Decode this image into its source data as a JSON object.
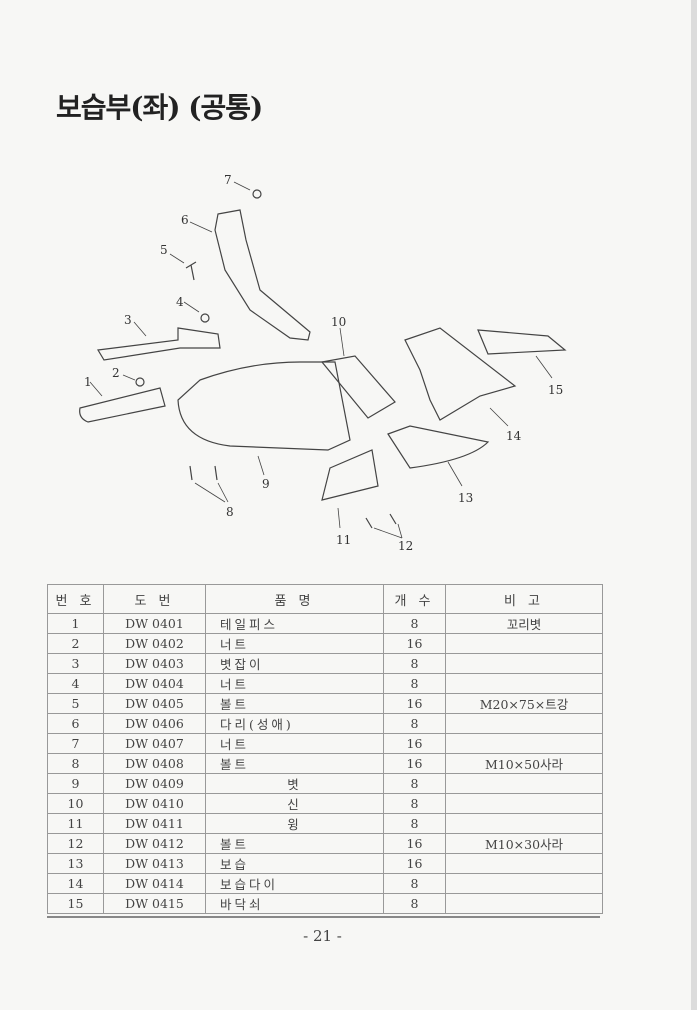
{
  "title": "보습부(좌) (공통)",
  "diagram": {
    "callouts": [
      "1",
      "2",
      "3",
      "4",
      "5",
      "6",
      "7",
      "8",
      "9",
      "10",
      "11",
      "12",
      "13",
      "14",
      "15"
    ]
  },
  "table": {
    "headers": [
      "번 호",
      "도 번",
      "품 명",
      "개 수",
      "비 고"
    ],
    "rows": [
      {
        "no": "1",
        "code": "DW 0401",
        "name": "테일피스",
        "qty": "8",
        "note": "꼬리볏"
      },
      {
        "no": "2",
        "code": "DW 0402",
        "name": "너트",
        "qty": "16",
        "note": ""
      },
      {
        "no": "3",
        "code": "DW 0403",
        "name": "볏잡이",
        "qty": "8",
        "note": ""
      },
      {
        "no": "4",
        "code": "DW 0404",
        "name": "너트",
        "qty": "8",
        "note": ""
      },
      {
        "no": "5",
        "code": "DW 0405",
        "name": "볼트",
        "qty": "16",
        "note": "M20×75×트강"
      },
      {
        "no": "6",
        "code": "DW 0406",
        "name": "다리(성애)",
        "qty": "8",
        "note": ""
      },
      {
        "no": "7",
        "code": "DW 0407",
        "name": "너트",
        "qty": "16",
        "note": ""
      },
      {
        "no": "8",
        "code": "DW 0408",
        "name": "볼트",
        "qty": "16",
        "note": "M10×50사라"
      },
      {
        "no": "9",
        "code": "DW 0409",
        "name": "볏",
        "qty": "8",
        "note": ""
      },
      {
        "no": "10",
        "code": "DW 0410",
        "name": "신",
        "qty": "8",
        "note": ""
      },
      {
        "no": "11",
        "code": "DW 0411",
        "name": "윙",
        "qty": "8",
        "note": ""
      },
      {
        "no": "12",
        "code": "DW 0412",
        "name": "볼트",
        "qty": "16",
        "note": "M10×30사라"
      },
      {
        "no": "13",
        "code": "DW 0413",
        "name": "보습",
        "qty": "16",
        "note": ""
      },
      {
        "no": "14",
        "code": "DW 0414",
        "name": "보습다이",
        "qty": "8",
        "note": ""
      },
      {
        "no": "15",
        "code": "DW 0415",
        "name": "바닥쇠",
        "qty": "8",
        "note": ""
      }
    ]
  },
  "footer": {
    "page": "- 21 -"
  }
}
